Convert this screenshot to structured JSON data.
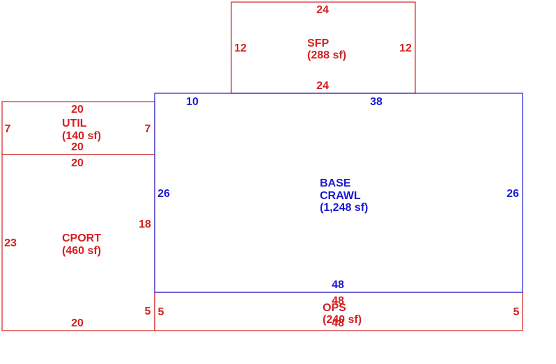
{
  "colors": {
    "red": "#d42020",
    "blue": "#1a1ad4",
    "background": "#ffffff"
  },
  "areas": {
    "sfp": {
      "name": "SFP",
      "area": "(288 sf)",
      "dims": {
        "top": "24",
        "bottom": "24",
        "left": "12",
        "right": "12"
      }
    },
    "util": {
      "name": "UTIL",
      "area": "(140 sf)",
      "dims": {
        "top": "20",
        "bottom": "20",
        "left": "7",
        "right": "7"
      }
    },
    "base": {
      "name1": "BASE",
      "name2": "CRAWL",
      "area": "(1,248 sf)",
      "dims": {
        "top_left": "10",
        "top_right": "38",
        "left": "26",
        "right": "26",
        "bottom": "48"
      }
    },
    "cport": {
      "name": "CPORT",
      "area": "(460 sf)",
      "dims": {
        "top": "20",
        "bottom": "20",
        "left": "23",
        "right_upper": "18",
        "right_lower": "5"
      }
    },
    "ops": {
      "name": "OPS",
      "area": "(240 sf)",
      "dims": {
        "top": "48",
        "bottom": "48",
        "left": "5",
        "right": "5"
      }
    }
  }
}
